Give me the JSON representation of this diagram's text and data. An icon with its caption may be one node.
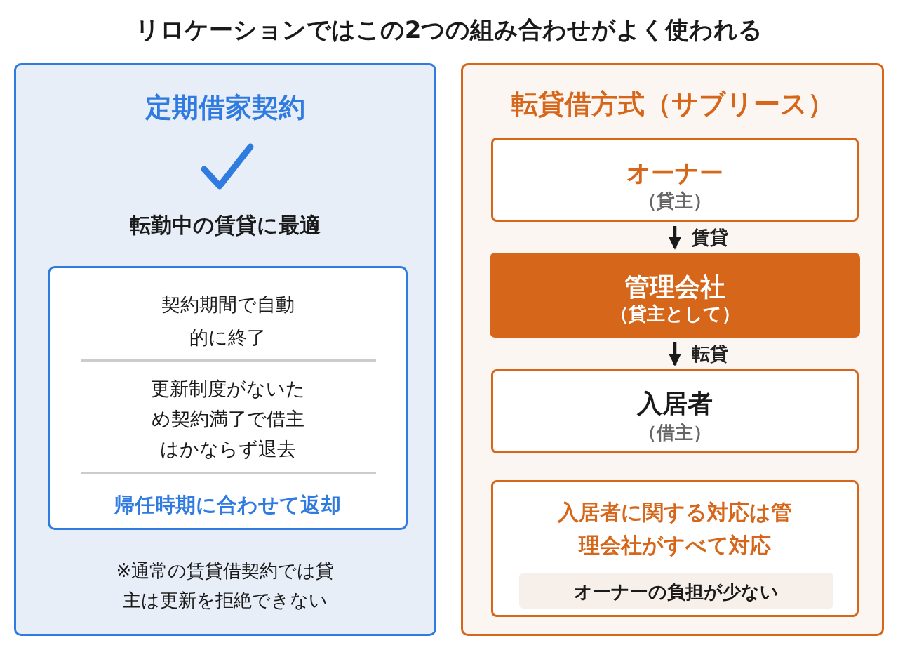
{
  "diagram": {
    "title": "リロケーションではこの2つの組み合わせがよく使われる",
    "nodes": [
      {
        "text": [
          "定期借家契約",
          "転勤中の賃貸に最適",
          "※通常の賃貸借契約では貸主は更新を拒絶できない"
        ]
      },
      {
        "text": [
          "契約期間で自動的に終了",
          "更新制度がないため契約満了で借主はかならず退去",
          "帰任時期に合わせて返却"
        ],
        "in": 0
      },
      {
        "text": [
          "転貸借方式（サブリース）"
        ]
      },
      {
        "text": [
          "オーナー",
          "（貸主）"
        ],
        "in": 2
      },
      {
        "text": [
          "管理会社",
          "（貸主として）"
        ],
        "in": 2
      },
      {
        "text": [
          "入居者",
          "（借主）"
        ],
        "in": 2
      },
      {
        "text": [
          "入居者に関する対応は管理会社がすべて対応"
        ],
        "in": 2
      },
      {
        "text": [
          "オーナーの負担が少ない"
        ],
        "in": 6
      }
    ],
    "edges": [
      {
        "from": 3,
        "to": 4,
        "arrow": "to",
        "label": "賃貸"
      },
      {
        "from": 4,
        "to": 5,
        "arrow": "to",
        "label": "転貸"
      }
    ]
  }
}
